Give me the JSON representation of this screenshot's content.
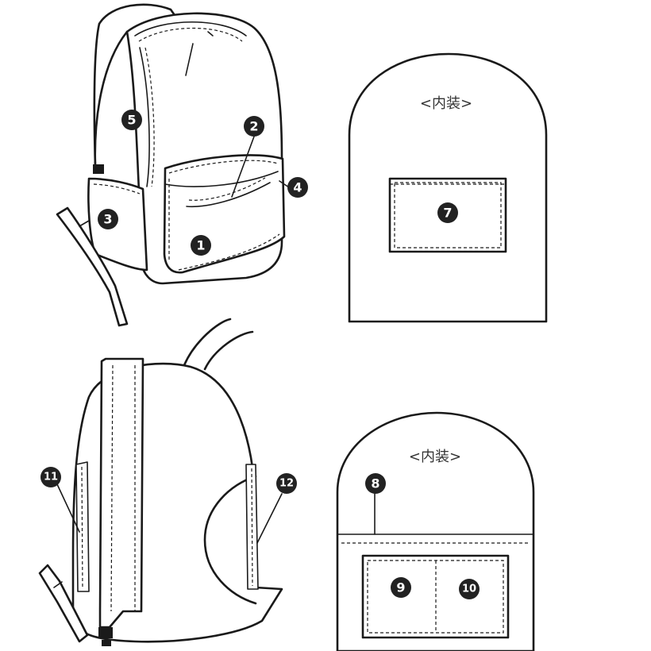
{
  "labels": {
    "inner_1": "<内装>",
    "inner_2": "<内装>"
  },
  "markers": {
    "m1": "1",
    "m2": "2",
    "m3": "3",
    "m4": "4",
    "m5": "5",
    "m7": "7",
    "m8": "8",
    "m9": "9",
    "m10": "10",
    "m11": "11",
    "m12": "12"
  },
  "colors": {
    "line": "#1a1a1a",
    "marker": "#222222",
    "background": "#ffffff"
  },
  "icons": [
    "backpack-front-view",
    "backpack-back-view",
    "inner-panel-top",
    "inner-panel-bottom"
  ]
}
